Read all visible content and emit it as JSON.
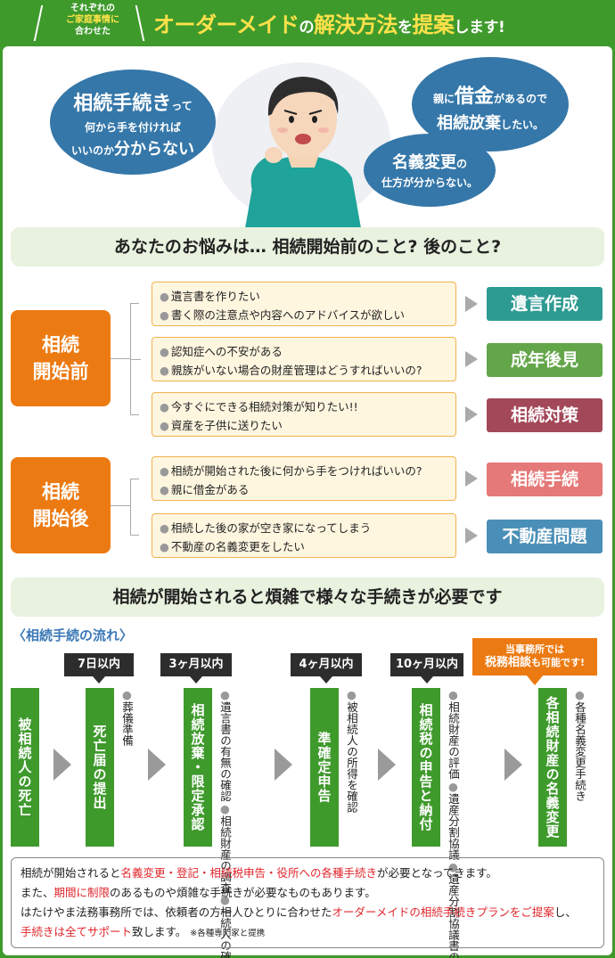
{
  "banner": {
    "line1": "それぞれの",
    "line2": "ご家庭事情に",
    "line3": "合わせた",
    "title_a": "オーダーメイド",
    "title_b": "の",
    "title_c": "解決方法",
    "title_d": "を",
    "title_e": "提案",
    "title_f": "します!"
  },
  "bubbles": {
    "left": {
      "a": "相続手続き",
      "b": "って",
      "c": "何から手を付ければ",
      "d": "いいのか",
      "e": "分からない"
    },
    "right_top": {
      "a": "親に",
      "b": "借金",
      "c": "があるので",
      "d": "相続放棄",
      "e": "したい。"
    },
    "right_mid": {
      "a": "名義変更",
      "b": "の",
      "c": "仕方が分からない。"
    }
  },
  "section1": "あなたのお悩みは… 相続開始前のこと? 後のこと?",
  "categories": {
    "before": [
      "相続",
      "開始前"
    ],
    "after": [
      "相続",
      "開始後"
    ]
  },
  "items": [
    [
      "遺言書を作りたい",
      "書く際の注意点や内容へのアドバイスが欲しい"
    ],
    [
      "認知症への不安がある",
      "親族がいない場合の財産管理はどうすればいいの?"
    ],
    [
      "今すぐにできる相続対策が知りたい!!",
      "資産を子供に送りたい"
    ],
    [
      "相続が開始された後に何から手をつければいいの?",
      "親に借金がある"
    ],
    [
      "相続した後の家が空き家になってしまう",
      "不動産の名義変更をしたい"
    ]
  ],
  "tags": [
    {
      "label": "遺言作成",
      "color": "#2e9b93"
    },
    {
      "label": "成年後見",
      "color": "#63a64a"
    },
    {
      "label": "相続対策",
      "color": "#a34858"
    },
    {
      "label": "相続手続",
      "color": "#e57878"
    },
    {
      "label": "不動産問題",
      "color": "#4a8fb7"
    }
  ],
  "section2": "相続が開始されると煩雑で様々な手続きが必要です",
  "flow": {
    "label": "〈相続手続の流れ〉",
    "periods": [
      "7日以内",
      "3ヶ月以内",
      "4ヶ月以内",
      "10ヶ月以内"
    ],
    "steps": [
      "被相続人の死亡",
      "死亡届の提出",
      "相続放棄・限定承認",
      "準確定申告",
      "相続税の申告と納付",
      "各相続財産の名義変更"
    ],
    "notes": {
      "n1": [
        "葬儀準備"
      ],
      "n2": [
        "相続人の確定",
        "相続財産の調査",
        "遺言書の有無の確認"
      ],
      "n3": [
        "被相続人の所得を確認"
      ],
      "n4": [
        "遺産分割協議書の作成",
        "遺産分割協議",
        "相続財産の評価"
      ],
      "n5": [
        "各種名義変更手続き"
      ]
    },
    "callout": {
      "a": "当事務所では",
      "b": "税務相談",
      "c": "も可能です!"
    }
  },
  "footer": {
    "l1a": "相続が開始されると",
    "l1b": "名義変更・登記・相続税申告・役所への各種手続き",
    "l1c": "が必要となってきます。",
    "l2a": "また、",
    "l2b": "期間に制限",
    "l2c": "のあるものや煩雑な手続きが必要なものもあります。",
    "l3a": "はたけやま法務事務所では、依頼者の方一人ひとりに合わせた",
    "l3b": "オーダーメイドの相続手続きプランをご提案",
    "l3c": "し、",
    "l4a": "手続きは全てサポート",
    "l4b": "致します。",
    "l4c": "※各種専門家と提携"
  }
}
